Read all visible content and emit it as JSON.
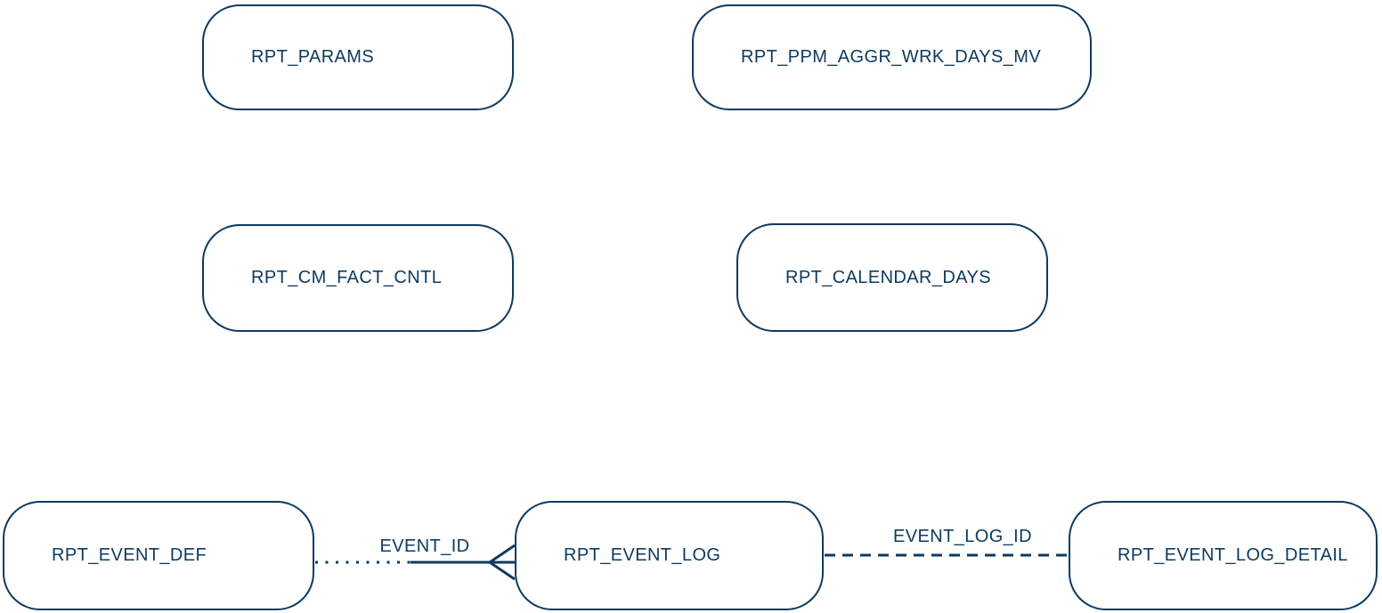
{
  "diagram": {
    "type": "entity-relationship-diagram",
    "colors": {
      "ink": "#0e3a60",
      "bg": "#ffffff"
    },
    "entities": [
      {
        "label": "RPT_PARAMS"
      },
      {
        "label": "RPT_PPM_AGGR_WRK_DAYS_MV"
      },
      {
        "label": "RPT_CM_FACT_CNTL"
      },
      {
        "label": "RPT_CALENDAR_DAYS"
      },
      {
        "label": "RPT_EVENT_DEF"
      },
      {
        "label": "RPT_EVENT_LOG"
      },
      {
        "label": "RPT_EVENT_LOG_DETAIL"
      }
    ],
    "relationships": [
      {
        "label": "EVENT_ID",
        "from": "RPT_EVENT_DEF",
        "to": "RPT_EVENT_LOG",
        "from_end_style": "dotted (optional)",
        "to_end_style": "solid (mandatory)",
        "to_cardinality": "many (crow's foot)"
      },
      {
        "label": "EVENT_LOG_ID",
        "from": "RPT_EVENT_LOG",
        "to": "RPT_EVENT_LOG_DETAIL",
        "line_style": "dashed",
        "cardinality": "one-to-one"
      }
    ]
  }
}
